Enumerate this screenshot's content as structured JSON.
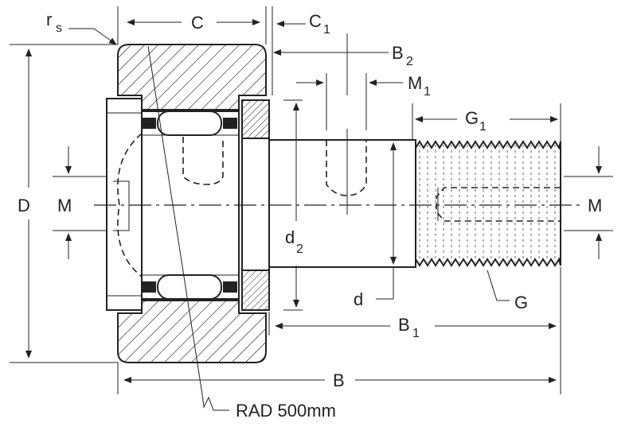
{
  "labels": {
    "rs": "r",
    "rs_sub": "s",
    "C": "C",
    "C1": "C",
    "C1_sub": "1",
    "B2": "B",
    "B2_sub": "2",
    "M1": "M",
    "M1_sub": "1",
    "G1": "G",
    "G1_sub": "1",
    "D": "D",
    "M_left": "M",
    "M_right": "M",
    "d2": "d",
    "d2_sub": "2",
    "d": "d",
    "G": "G",
    "B1": "B",
    "B1_sub": "1",
    "B": "B",
    "rad": "RAD 500mm"
  }
}
